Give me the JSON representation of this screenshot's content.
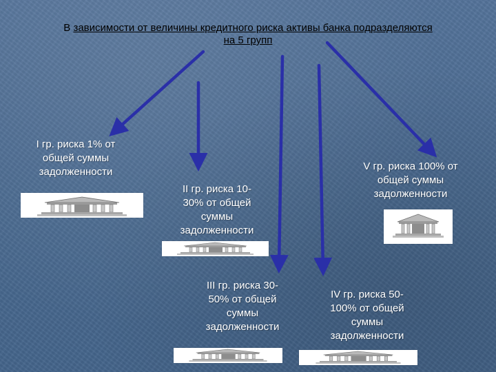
{
  "title": {
    "prefix": "В ",
    "underlined": "зависимости от величины кредитного риска активы банка подразделяются",
    "line2": "на 5 групп"
  },
  "groups": [
    {
      "id": "group-1",
      "line1": "I гр. риска  1% от",
      "line2": "общей суммы",
      "line3": "задолженности",
      "line4": ""
    },
    {
      "id": "group-2",
      "line1": "II гр. риска  10-",
      "line2": "30% от общей",
      "line3": "суммы",
      "line4": "задолженности"
    },
    {
      "id": "group-3",
      "line1": "III гр. риска  30-",
      "line2": "50% от общей",
      "line3": "суммы",
      "line4": "задолженности"
    },
    {
      "id": "group-4",
      "line1": "IV гр. риска  50-",
      "line2": "100% от общей",
      "line3": "суммы",
      "line4": "задолженности"
    },
    {
      "id": "group-5",
      "line1": "V гр. риска  100% от",
      "line2": "общей суммы",
      "line3": "задолженности",
      "line4": ""
    }
  ],
  "bank_icon": "bank-building-icon",
  "colors": {
    "background": "#4a6a8e",
    "arrow": "#2a2fa8",
    "group_text": "#ffffff",
    "title_text": "#000000"
  }
}
